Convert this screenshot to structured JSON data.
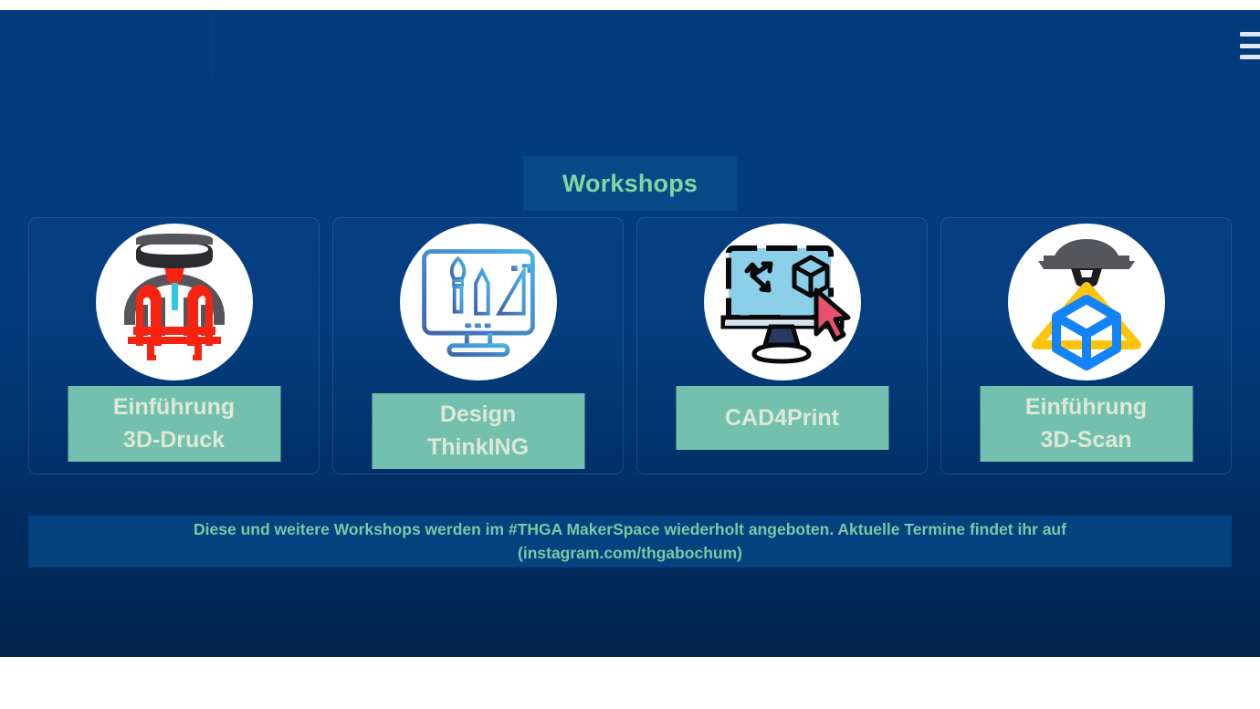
{
  "header": {
    "menu_icon": "hamburger-menu-icon"
  },
  "section": {
    "tab_label": "Workshops"
  },
  "cards": [
    {
      "id": "einfuehrung-3d-druck",
      "icon": "3d-printer-icon",
      "label_line1": "Einführung",
      "label_line2": "3D-Druck",
      "icon_colors": {
        "print_head": "#2b2b30",
        "head_body": "#55565b",
        "filament": "#2ec7e6",
        "object": "#f52310",
        "platform": "#55565b"
      }
    },
    {
      "id": "design-thinking",
      "icon": "design-monitor-icon",
      "label_line1": "Design",
      "label_line2": "ThinkING",
      "icon_colors": {
        "outline_top": "#4ab3e8",
        "outline_bottom": "#3f63ad"
      }
    },
    {
      "id": "cad4print",
      "icon": "cad-monitor-cursor-icon",
      "label_line1": "CAD4Print",
      "label_line2": "",
      "icon_colors": {
        "screen": "#8ccfe8",
        "outline": "#08090b",
        "cursor": "#e8506f",
        "stand": "#2b3a63"
      }
    },
    {
      "id": "einfuehrung-3d-scan",
      "icon": "3d-scanner-icon",
      "label_line1": "Einführung",
      "label_line2": "3D-Scan",
      "icon_colors": {
        "scanner": "#55565b",
        "scanner_dark": "#1d1d20",
        "beam": "#fdc40b",
        "cube": "#1383f7"
      }
    }
  ],
  "notice": {
    "text": "Diese und weitere Workshops werden im #THGA MakerSpace wiederholt angeboten. Aktuelle Termine findet ihr auf (instagram.com/thgabochum)"
  },
  "theme": {
    "page_blue": "#023c7d",
    "deep_blue": "#02234d",
    "tab_blue": "#0a4887",
    "mint_green": "#73c0ae",
    "label_text": "#dde8d6",
    "accent_green": "#79c9a5"
  }
}
